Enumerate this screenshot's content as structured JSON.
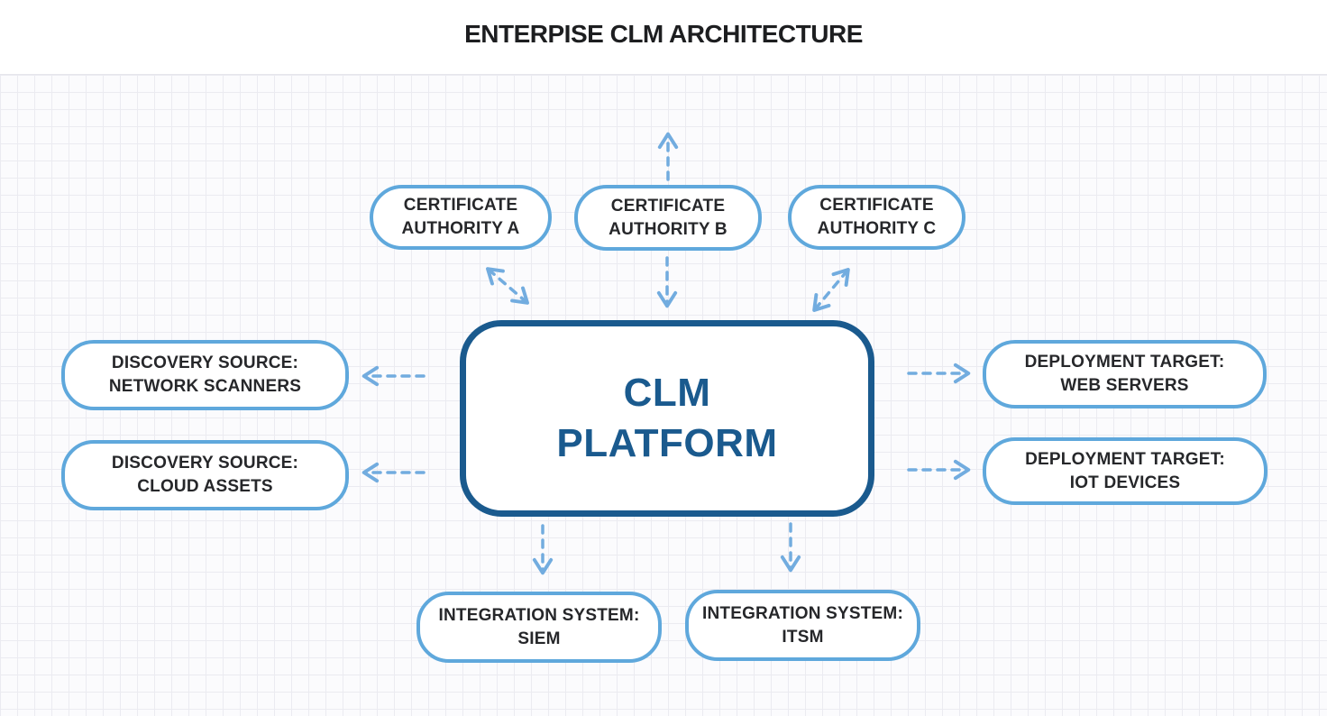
{
  "title": "ENTERPISE CLM ARCHITECTURE",
  "diagram": {
    "platform": {
      "id": "clm-platform",
      "line1": "CLM",
      "line2": "PLATFORM"
    },
    "nodes": [
      {
        "id": "certificate-authority-a",
        "line1": "CERTIFICATE",
        "line2": "AUTHORITY A"
      },
      {
        "id": "certificate-authority-b",
        "line1": "CERTIFICATE",
        "line2": "AUTHORITY B"
      },
      {
        "id": "certificate-authority-c",
        "line1": "CERTIFICATE",
        "line2": "AUTHORITY C"
      },
      {
        "id": "discovery-source-network-scanners",
        "line1": "DISCOVERY SOURCE:",
        "line2": "NETWORK SCANNERS"
      },
      {
        "id": "discovery-source-cloud-assets",
        "line1": "DISCOVERY SOURCE:",
        "line2": "CLOUD ASSETS"
      },
      {
        "id": "deployment-target-web-servers",
        "line1": "DEPLOYMENT TARGET:",
        "line2": "WEB SERVERS"
      },
      {
        "id": "deployment-target-iot-devices",
        "line1": "DEPLOYMENT TARGET:",
        "line2": "IOT DEVICES"
      },
      {
        "id": "integration-system-siem",
        "line1": "INTEGRATION SYSTEM:",
        "line2": "SIEM"
      },
      {
        "id": "integration-system-itsm",
        "line1": "INTEGRATION SYSTEM:",
        "line2": "ITSM"
      }
    ],
    "connections": [
      {
        "from": "certificate-authority-b",
        "to": "upward-offscreen",
        "line_style": "dashed",
        "arrowheads": "end"
      },
      {
        "from": "certificate-authority-a",
        "to": "clm-platform",
        "line_style": "dashed",
        "arrowheads": "both"
      },
      {
        "from": "certificate-authority-b",
        "to": "clm-platform",
        "line_style": "dashed",
        "arrowheads": "end"
      },
      {
        "from": "certificate-authority-c",
        "to": "clm-platform",
        "line_style": "dashed",
        "arrowheads": "both"
      },
      {
        "from": "clm-platform",
        "to": "discovery-source-network-scanners",
        "line_style": "dashed",
        "arrowheads": "end"
      },
      {
        "from": "clm-platform",
        "to": "discovery-source-cloud-assets",
        "line_style": "dashed",
        "arrowheads": "end"
      },
      {
        "from": "clm-platform",
        "to": "deployment-target-web-servers",
        "line_style": "dashed",
        "arrowheads": "end"
      },
      {
        "from": "clm-platform",
        "to": "deployment-target-iot-devices",
        "line_style": "dashed",
        "arrowheads": "end"
      },
      {
        "from": "clm-platform",
        "to": "integration-system-siem",
        "line_style": "dashed",
        "arrowheads": "end"
      },
      {
        "from": "clm-platform",
        "to": "integration-system-itsm",
        "line_style": "dashed",
        "arrowheads": "end"
      }
    ]
  },
  "colors": {
    "accent_light_blue": "#5fa8dc",
    "arrow_blue": "#72acdf",
    "platform_blue": "#1a5a8e",
    "node_text": "#26272a",
    "title_text": "#1d1e20",
    "canvas_bg": "#fbfbfd",
    "grid_line": "#ebebf1"
  }
}
